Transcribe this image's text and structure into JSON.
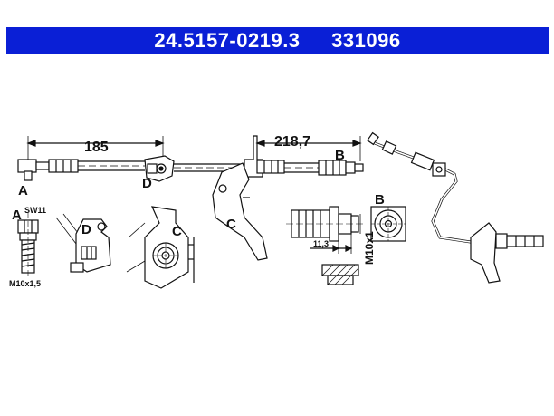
{
  "header": {
    "part_number": "24.5157-0219.3",
    "ref_number": "331096",
    "background_color": "#0a1fd6",
    "text_color": "#ffffff"
  },
  "dimensions": {
    "length_1": "185",
    "length_2": "218,7",
    "thread_a": "M10x1,5",
    "wrench_a": "SW11",
    "offset_b": "11,3",
    "thread_b": "M10x1"
  },
  "labels": {
    "a": "A",
    "b": "B",
    "c": "C",
    "d": "D"
  }
}
